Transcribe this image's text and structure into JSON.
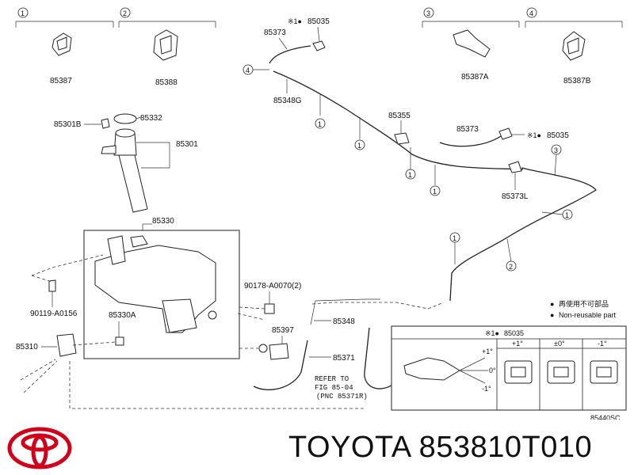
{
  "labels": {
    "c1": "1",
    "c2": "2",
    "c3": "3",
    "c4": "4",
    "p85387": "85387",
    "p85388": "85388",
    "p85387A": "85387A",
    "p85387B": "85387B",
    "p85373a": "85373",
    "p85035a": "85035",
    "mark_a": "※1●",
    "p85348G": "85348G",
    "p85355": "85355",
    "p85373b": "85373",
    "p85035b": "85035",
    "mark_b": "※1●",
    "p85373L": "85373L",
    "p85301B": "85301B",
    "p85332": "85332",
    "p85301": "85301",
    "p85330": "85330",
    "p85330A": "85330A",
    "p90178": "90178-A0070(2)",
    "p90119": "90119-A0156",
    "p85310": "85310",
    "p85397": "85397",
    "p85348": "85348",
    "p85371": "85371",
    "refer1": "REFER TO",
    "refer2": "FIG 85-04",
    "refer3": "(PNC 85371R)",
    "legend_jp": "再使用不可部品",
    "legend_en": "Non-reusable part",
    "legend_bullet": "●",
    "inset_title_mark": "※1●",
    "inset_title_part": "85035",
    "angle_plus": "+1°",
    "angle_zero": "±0°",
    "angle_minus": "-1°",
    "deg_plus": "+1°",
    "deg_zero": "0°",
    "deg_minus": "-1°",
    "figure_id": "85440SC"
  },
  "brand": {
    "title": "TOYOTA 853810T010",
    "logo": "toyota-logo-icon",
    "accent": "#d0021b"
  }
}
